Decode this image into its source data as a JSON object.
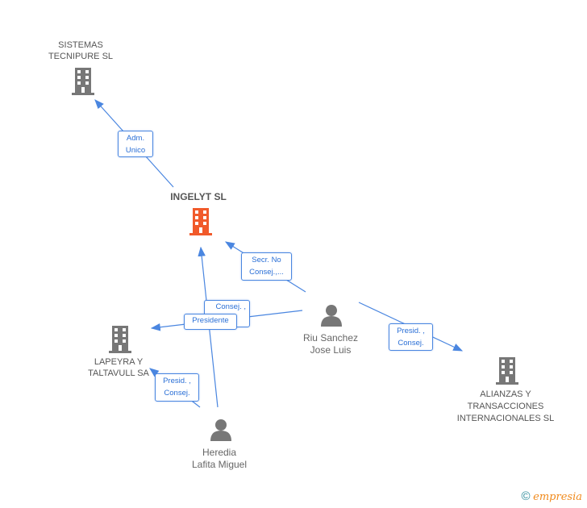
{
  "nodes": {
    "sistemas": {
      "name_line1": "SISTEMAS",
      "name_line2": "TECNIPURE SL",
      "icon": "building-icon"
    },
    "ingelyt": {
      "name": "INGELYT SL",
      "icon": "building-icon",
      "color": "#f15a2b"
    },
    "lapeyra": {
      "name_line1": "LAPEYRA Y",
      "name_line2": "TALTAVULL SA",
      "icon": "building-icon"
    },
    "alianzas": {
      "name_line1": "ALIANZAS Y",
      "name_line2": "TRANSACCIONES",
      "name_line3": "INTERNACIONALES SL",
      "icon": "building-icon"
    },
    "riu": {
      "name_line1": "Riu Sanchez",
      "name_line2": "Jose Luis",
      "icon": "person-icon"
    },
    "heredia": {
      "name_line1": "Heredia",
      "name_line2": "Lafita Miguel",
      "icon": "person-icon"
    }
  },
  "edges": {
    "adm_unico": {
      "line1": "Adm.",
      "line2": "Unico"
    },
    "secr": {
      "line1": "Secr.  No",
      "line2": "Consej.,..."
    },
    "consej_hidden": {
      "line1": "Consej. ,",
      "line2": ""
    },
    "presidente": {
      "line1": "Presidente"
    },
    "heredia_lapeyra": {
      "line1": "Presid. ,",
      "line2": "Consej."
    },
    "riu_alianzas": {
      "line1": "Presid. ,",
      "line2": "Consej."
    }
  },
  "colors": {
    "edge": "#4a86e0",
    "node_icon": "#777777",
    "main_node": "#f15a2b"
  },
  "brand": {
    "copyright": "©",
    "name": "mpresia",
    "initial": "e"
  }
}
